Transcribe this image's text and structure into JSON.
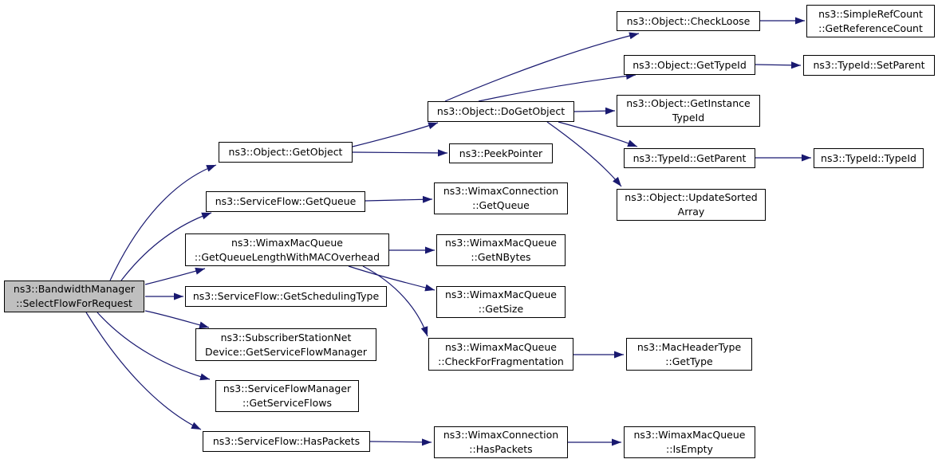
{
  "graph": {
    "kind": "doxygen-call-graph",
    "colors": {
      "edge": "#191970",
      "node_border": "#000000",
      "node_fill": "#ffffff",
      "root_fill": "#bfbfbf",
      "text": "#000000"
    },
    "nodes": {
      "root": {
        "label": "ns3::BandwidthManager\n::SelectFlowForRequest"
      },
      "getObject": {
        "label": "ns3::Object::GetObject"
      },
      "serviceFlowGetQueue": {
        "label": "ns3::ServiceFlow::GetQueue"
      },
      "getQueueLength": {
        "label": "ns3::WimaxMacQueue\n::GetQueueLengthWithMACOverhead"
      },
      "getSchedulingType": {
        "label": "ns3::ServiceFlow::GetSchedulingType"
      },
      "getServiceFlowManager": {
        "label": "ns3::SubscriberStationNet\nDevice::GetServiceFlowManager"
      },
      "getServiceFlows": {
        "label": "ns3::ServiceFlowManager\n::GetServiceFlows"
      },
      "serviceFlowHasPackets": {
        "label": "ns3::ServiceFlow::HasPackets"
      },
      "doGetObject": {
        "label": "ns3::Object::DoGetObject"
      },
      "peekPointer": {
        "label": "ns3::PeekPointer"
      },
      "wimaxConnectionGetQueue": {
        "label": "ns3::WimaxConnection\n::GetQueue"
      },
      "getNBytes": {
        "label": "ns3::WimaxMacQueue\n::GetNBytes"
      },
      "getSize": {
        "label": "ns3::WimaxMacQueue\n::GetSize"
      },
      "checkForFragmentation": {
        "label": "ns3::WimaxMacQueue\n::CheckForFragmentation"
      },
      "wimaxConnectionHasPackets": {
        "label": "ns3::WimaxConnection\n::HasPackets"
      },
      "checkLoose": {
        "label": "ns3::Object::CheckLoose"
      },
      "getReferenceCount": {
        "label": "ns3::SimpleRefCount\n::GetReferenceCount"
      },
      "objectGetTypeId": {
        "label": "ns3::Object::GetTypeId"
      },
      "setParent": {
        "label": "ns3::TypeId::SetParent"
      },
      "getInstanceTypeId": {
        "label": "ns3::Object::GetInstance\nTypeId"
      },
      "typeIdGetParent": {
        "label": "ns3::TypeId::GetParent"
      },
      "typeIdConstructor": {
        "label": "ns3::TypeId::TypeId"
      },
      "updateSortedArray": {
        "label": "ns3::Object::UpdateSorted\nArray"
      },
      "macHeaderGetType": {
        "label": "ns3::MacHeaderType\n::GetType"
      },
      "isEmpty": {
        "label": "ns3::WimaxMacQueue\n::IsEmpty"
      }
    },
    "edges": [
      {
        "from": "root",
        "to": "getObject"
      },
      {
        "from": "root",
        "to": "serviceFlowGetQueue"
      },
      {
        "from": "root",
        "to": "getQueueLength"
      },
      {
        "from": "root",
        "to": "getSchedulingType"
      },
      {
        "from": "root",
        "to": "getServiceFlowManager"
      },
      {
        "from": "root",
        "to": "getServiceFlows"
      },
      {
        "from": "root",
        "to": "serviceFlowHasPackets"
      },
      {
        "from": "getObject",
        "to": "doGetObject"
      },
      {
        "from": "getObject",
        "to": "peekPointer"
      },
      {
        "from": "serviceFlowGetQueue",
        "to": "wimaxConnectionGetQueue"
      },
      {
        "from": "getQueueLength",
        "to": "getNBytes"
      },
      {
        "from": "getQueueLength",
        "to": "getSize"
      },
      {
        "from": "getQueueLength",
        "to": "checkForFragmentation"
      },
      {
        "from": "doGetObject",
        "to": "checkLoose"
      },
      {
        "from": "doGetObject",
        "to": "objectGetTypeId"
      },
      {
        "from": "doGetObject",
        "to": "getInstanceTypeId"
      },
      {
        "from": "doGetObject",
        "to": "typeIdGetParent"
      },
      {
        "from": "doGetObject",
        "to": "updateSortedArray"
      },
      {
        "from": "checkLoose",
        "to": "getReferenceCount"
      },
      {
        "from": "objectGetTypeId",
        "to": "setParent"
      },
      {
        "from": "typeIdGetParent",
        "to": "typeIdConstructor"
      },
      {
        "from": "checkForFragmentation",
        "to": "macHeaderGetType"
      },
      {
        "from": "serviceFlowHasPackets",
        "to": "wimaxConnectionHasPackets"
      },
      {
        "from": "wimaxConnectionHasPackets",
        "to": "isEmpty"
      }
    ]
  }
}
